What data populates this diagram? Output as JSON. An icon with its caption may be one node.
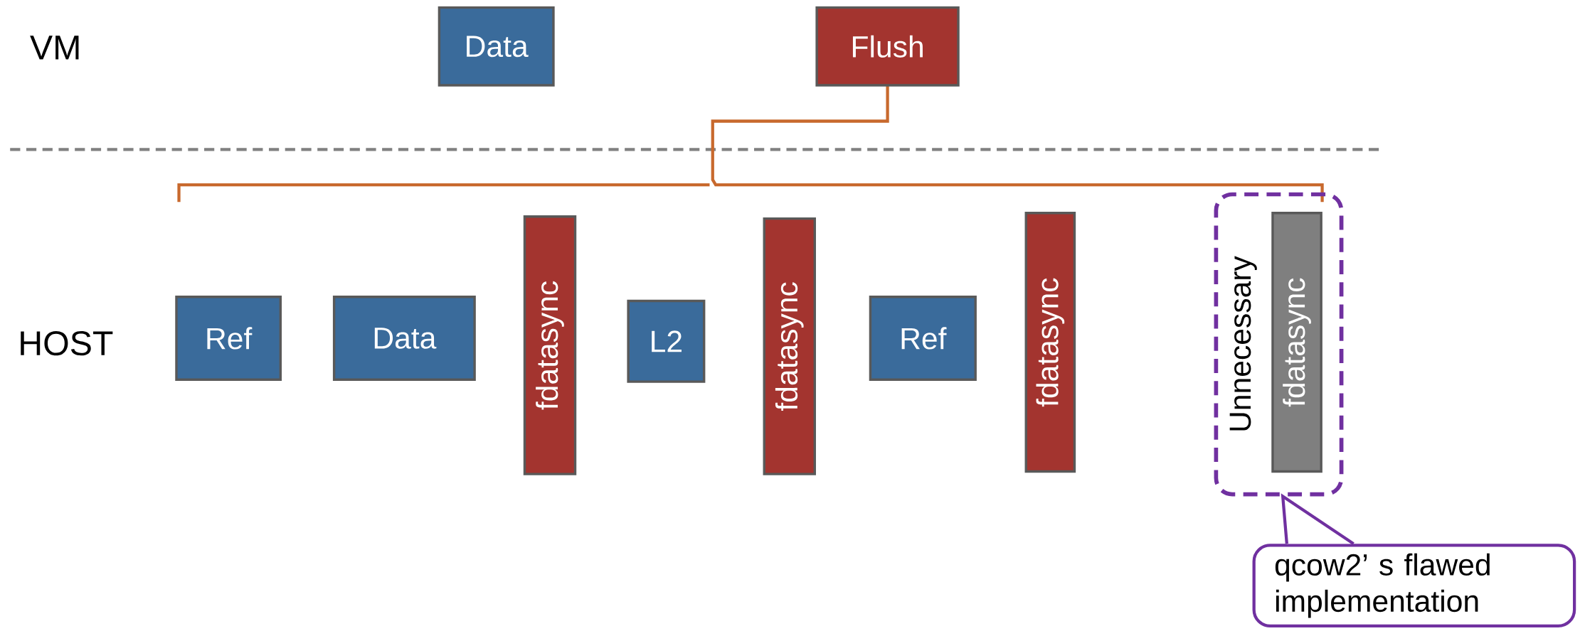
{
  "diagram": {
    "nodes": [
      {
        "text": [
          "Data"
        ]
      },
      {
        "text": [
          "Flush"
        ]
      },
      {
        "text": [
          "Ref"
        ]
      },
      {
        "text": [
          "Data"
        ]
      },
      {
        "text": [
          "fdatasync"
        ]
      },
      {
        "text": [
          "L2"
        ]
      },
      {
        "text": [
          "fdatasync"
        ]
      },
      {
        "text": [
          "Ref"
        ]
      },
      {
        "text": [
          "fdatasync"
        ]
      },
      {
        "text": [
          "Unnecessary"
        ]
      },
      {
        "text": [
          "fdatasync"
        ],
        "in": 9
      },
      {
        "text": [
          "qcow2’ s flawed implementation"
        ]
      }
    ],
    "edges": [
      {
        "from": 11,
        "to": 9,
        "arrow": "to"
      }
    ],
    "labels": [
      "VM",
      "HOST"
    ]
  }
}
